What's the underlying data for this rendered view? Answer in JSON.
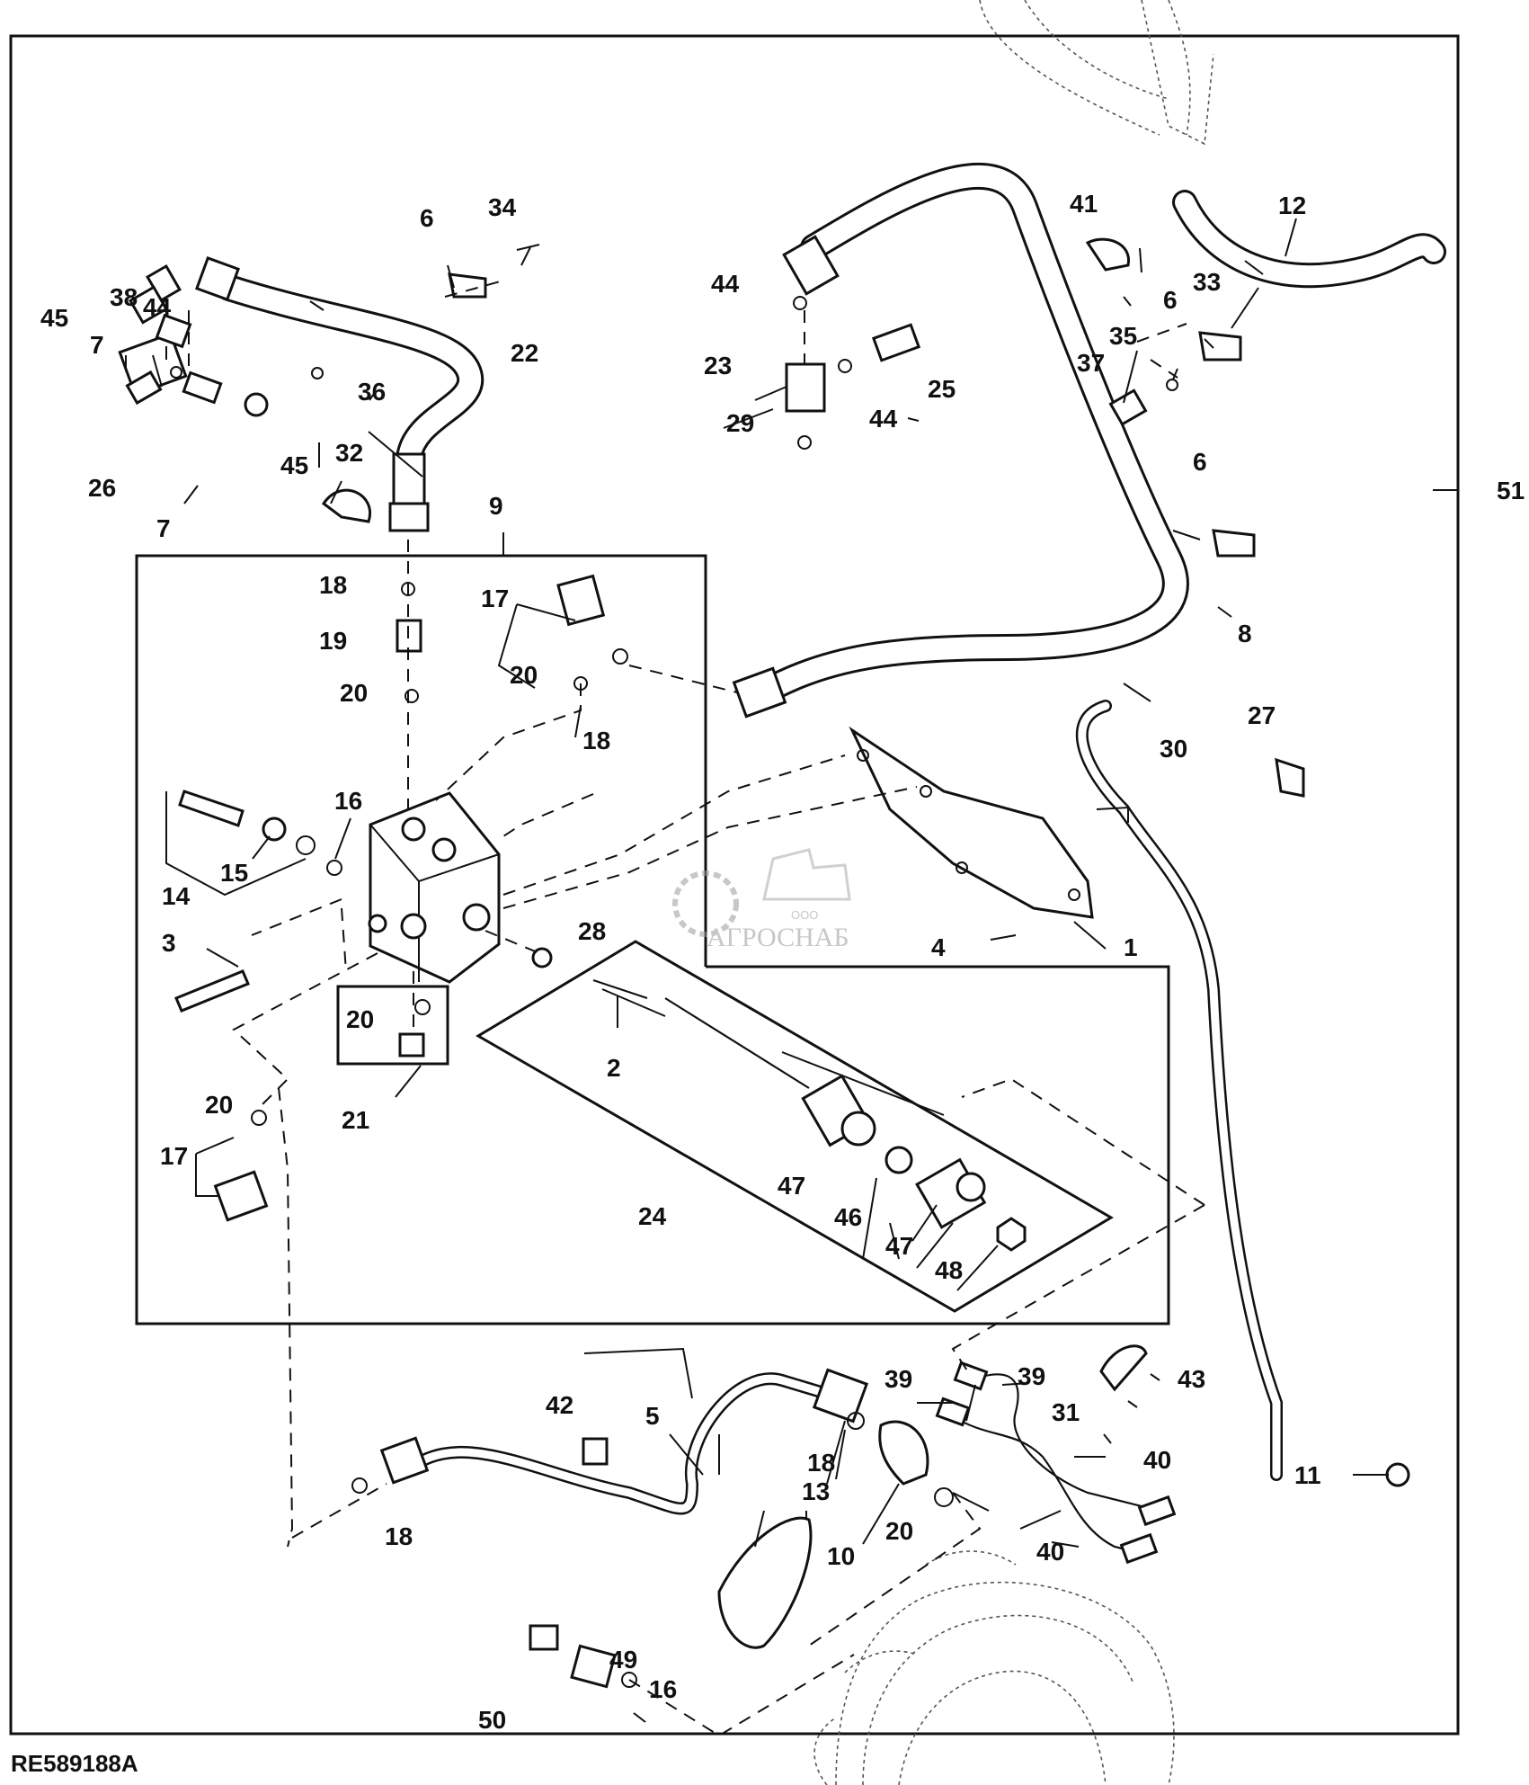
{
  "figure_id": "RE589188A",
  "watermark": {
    "small_text": "ООО",
    "text": "АГРОСНАБ"
  },
  "callouts": [
    {
      "id": "c1",
      "label": "1"
    },
    {
      "id": "c2",
      "label": "2"
    },
    {
      "id": "c3",
      "label": "3"
    },
    {
      "id": "c4",
      "label": "4"
    },
    {
      "id": "c5",
      "label": "5"
    },
    {
      "id": "c6a",
      "label": "6"
    },
    {
      "id": "c6b",
      "label": "6"
    },
    {
      "id": "c6c",
      "label": "6"
    },
    {
      "id": "c7a",
      "label": "7"
    },
    {
      "id": "c7b",
      "label": "7"
    },
    {
      "id": "c8",
      "label": "8"
    },
    {
      "id": "c9",
      "label": "9"
    },
    {
      "id": "c10",
      "label": "10"
    },
    {
      "id": "c11",
      "label": "11"
    },
    {
      "id": "c12",
      "label": "12"
    },
    {
      "id": "c13",
      "label": "13"
    },
    {
      "id": "c14",
      "label": "14"
    },
    {
      "id": "c15",
      "label": "15"
    },
    {
      "id": "c16a",
      "label": "16"
    },
    {
      "id": "c16b",
      "label": "16"
    },
    {
      "id": "c17a",
      "label": "17"
    },
    {
      "id": "c17b",
      "label": "17"
    },
    {
      "id": "c18a",
      "label": "18"
    },
    {
      "id": "c18b",
      "label": "18"
    },
    {
      "id": "c18c",
      "label": "18"
    },
    {
      "id": "c18d",
      "label": "18"
    },
    {
      "id": "c19",
      "label": "19"
    },
    {
      "id": "c20a",
      "label": "20"
    },
    {
      "id": "c20b",
      "label": "20"
    },
    {
      "id": "c20c",
      "label": "20"
    },
    {
      "id": "c20d",
      "label": "20"
    },
    {
      "id": "c20e",
      "label": "20"
    },
    {
      "id": "c21",
      "label": "21"
    },
    {
      "id": "c22",
      "label": "22"
    },
    {
      "id": "c23",
      "label": "23"
    },
    {
      "id": "c24",
      "label": "24"
    },
    {
      "id": "c25",
      "label": "25"
    },
    {
      "id": "c26",
      "label": "26"
    },
    {
      "id": "c27",
      "label": "27"
    },
    {
      "id": "c28",
      "label": "28"
    },
    {
      "id": "c29",
      "label": "29"
    },
    {
      "id": "c30",
      "label": "30"
    },
    {
      "id": "c31",
      "label": "31"
    },
    {
      "id": "c32",
      "label": "32"
    },
    {
      "id": "c33",
      "label": "33"
    },
    {
      "id": "c34",
      "label": "34"
    },
    {
      "id": "c35",
      "label": "35"
    },
    {
      "id": "c36",
      "label": "36"
    },
    {
      "id": "c37",
      "label": "37"
    },
    {
      "id": "c38",
      "label": "38"
    },
    {
      "id": "c39a",
      "label": "39"
    },
    {
      "id": "c39b",
      "label": "39"
    },
    {
      "id": "c40a",
      "label": "40"
    },
    {
      "id": "c40b",
      "label": "40"
    },
    {
      "id": "c41",
      "label": "41"
    },
    {
      "id": "c42",
      "label": "42"
    },
    {
      "id": "c43",
      "label": "43"
    },
    {
      "id": "c44a",
      "label": "44"
    },
    {
      "id": "c44b",
      "label": "44"
    },
    {
      "id": "c44c",
      "label": "44"
    },
    {
      "id": "c45a",
      "label": "45"
    },
    {
      "id": "c45b",
      "label": "45"
    },
    {
      "id": "c46",
      "label": "46"
    },
    {
      "id": "c47a",
      "label": "47"
    },
    {
      "id": "c47b",
      "label": "47"
    },
    {
      "id": "c48",
      "label": "48"
    },
    {
      "id": "c49",
      "label": "49"
    },
    {
      "id": "c50",
      "label": "50"
    },
    {
      "id": "c51",
      "label": "51"
    }
  ]
}
